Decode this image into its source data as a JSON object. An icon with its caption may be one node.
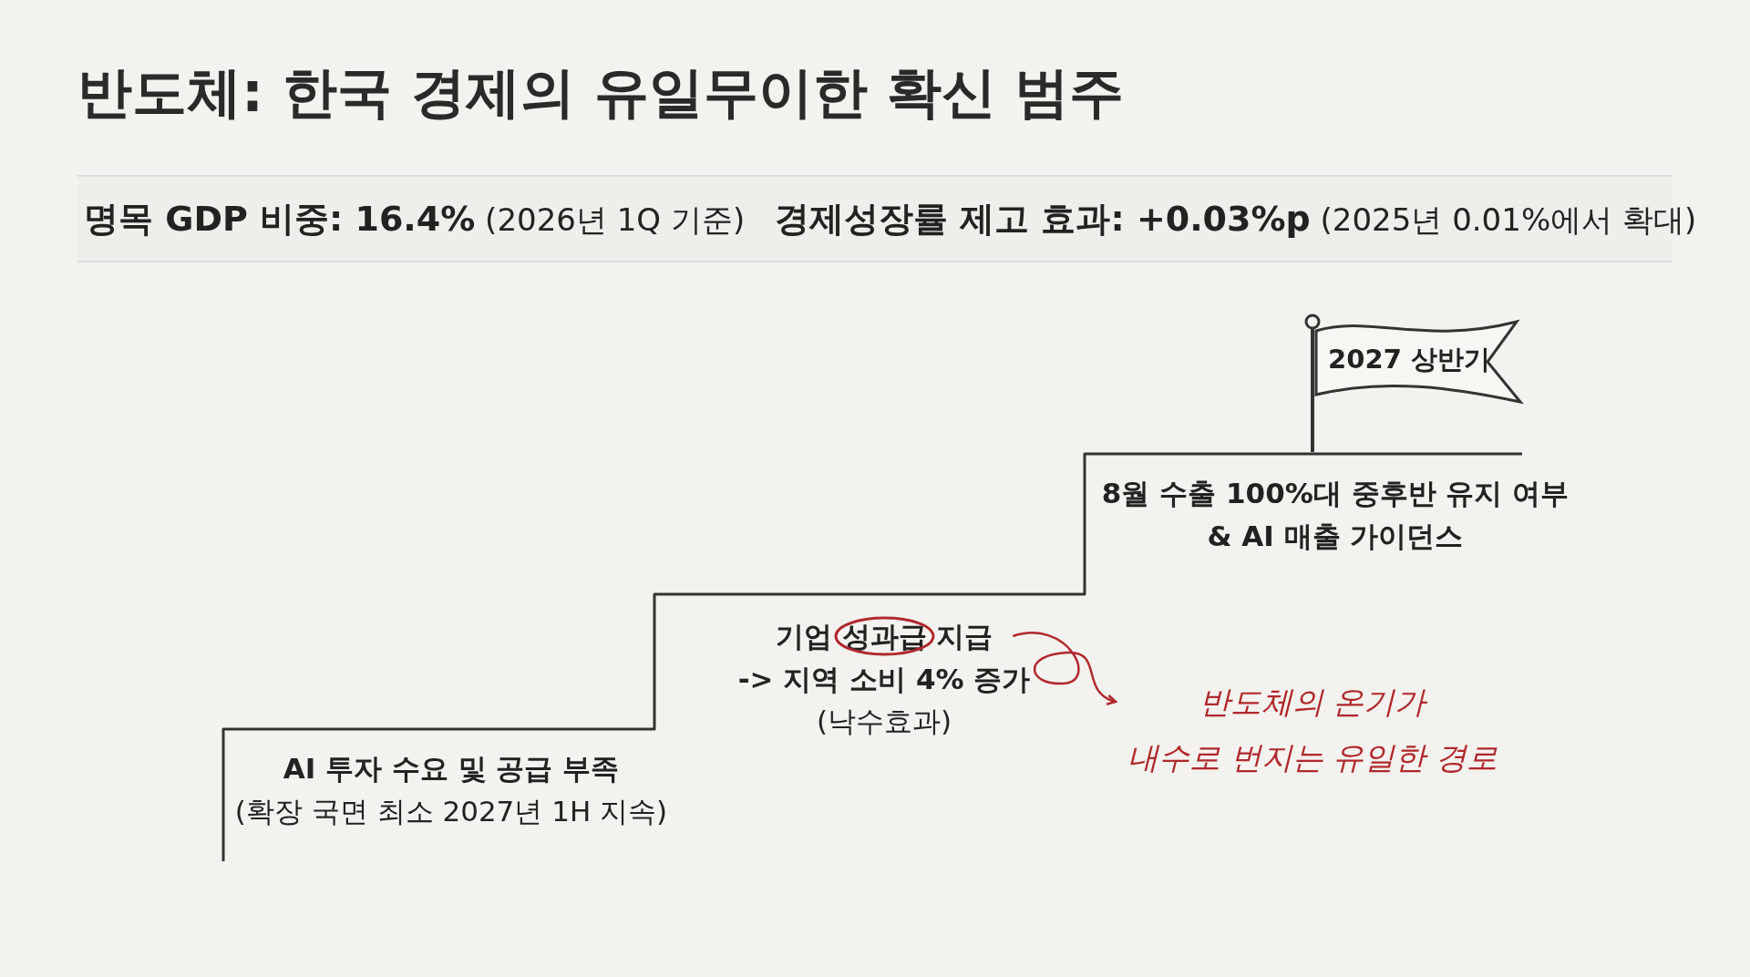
{
  "diagram": {
    "title": "반도체: 한국 경제의 유일무이한 확신 범주",
    "nodes": [
      {
        "text": [
          "AI 투자 수요 및 공급 부족",
          "(확장 국면 최소 2027년 1H 지속)"
        ]
      },
      {
        "text": [
          "기업 성과급 지급 -> 지역 소비 4% 증가",
          "(낙수효과)"
        ]
      },
      {
        "text": [],
        "shape": "circle",
        "in": 1
      },
      {
        "text": [
          "8월 수출 100%대 중후반 유지 여부 & AI 매출 가이던스"
        ]
      },
      {
        "text": [
          "2027 상반기"
        ]
      },
      {
        "text": [
          "반도체의 온기가 내수로 번지는 유일한 경로"
        ]
      }
    ],
    "edges": [
      {
        "from": 2,
        "to": 5,
        "arrow": "to",
        "color": "#b0282c"
      }
    ],
    "labels": [
      "**명목 GDP 비중: 16.4%** (2026년 1Q 기준)",
      "**경제성장률 제고 효과: +0.03%p** (2025년 0.01%에서 확대)"
    ]
  }
}
